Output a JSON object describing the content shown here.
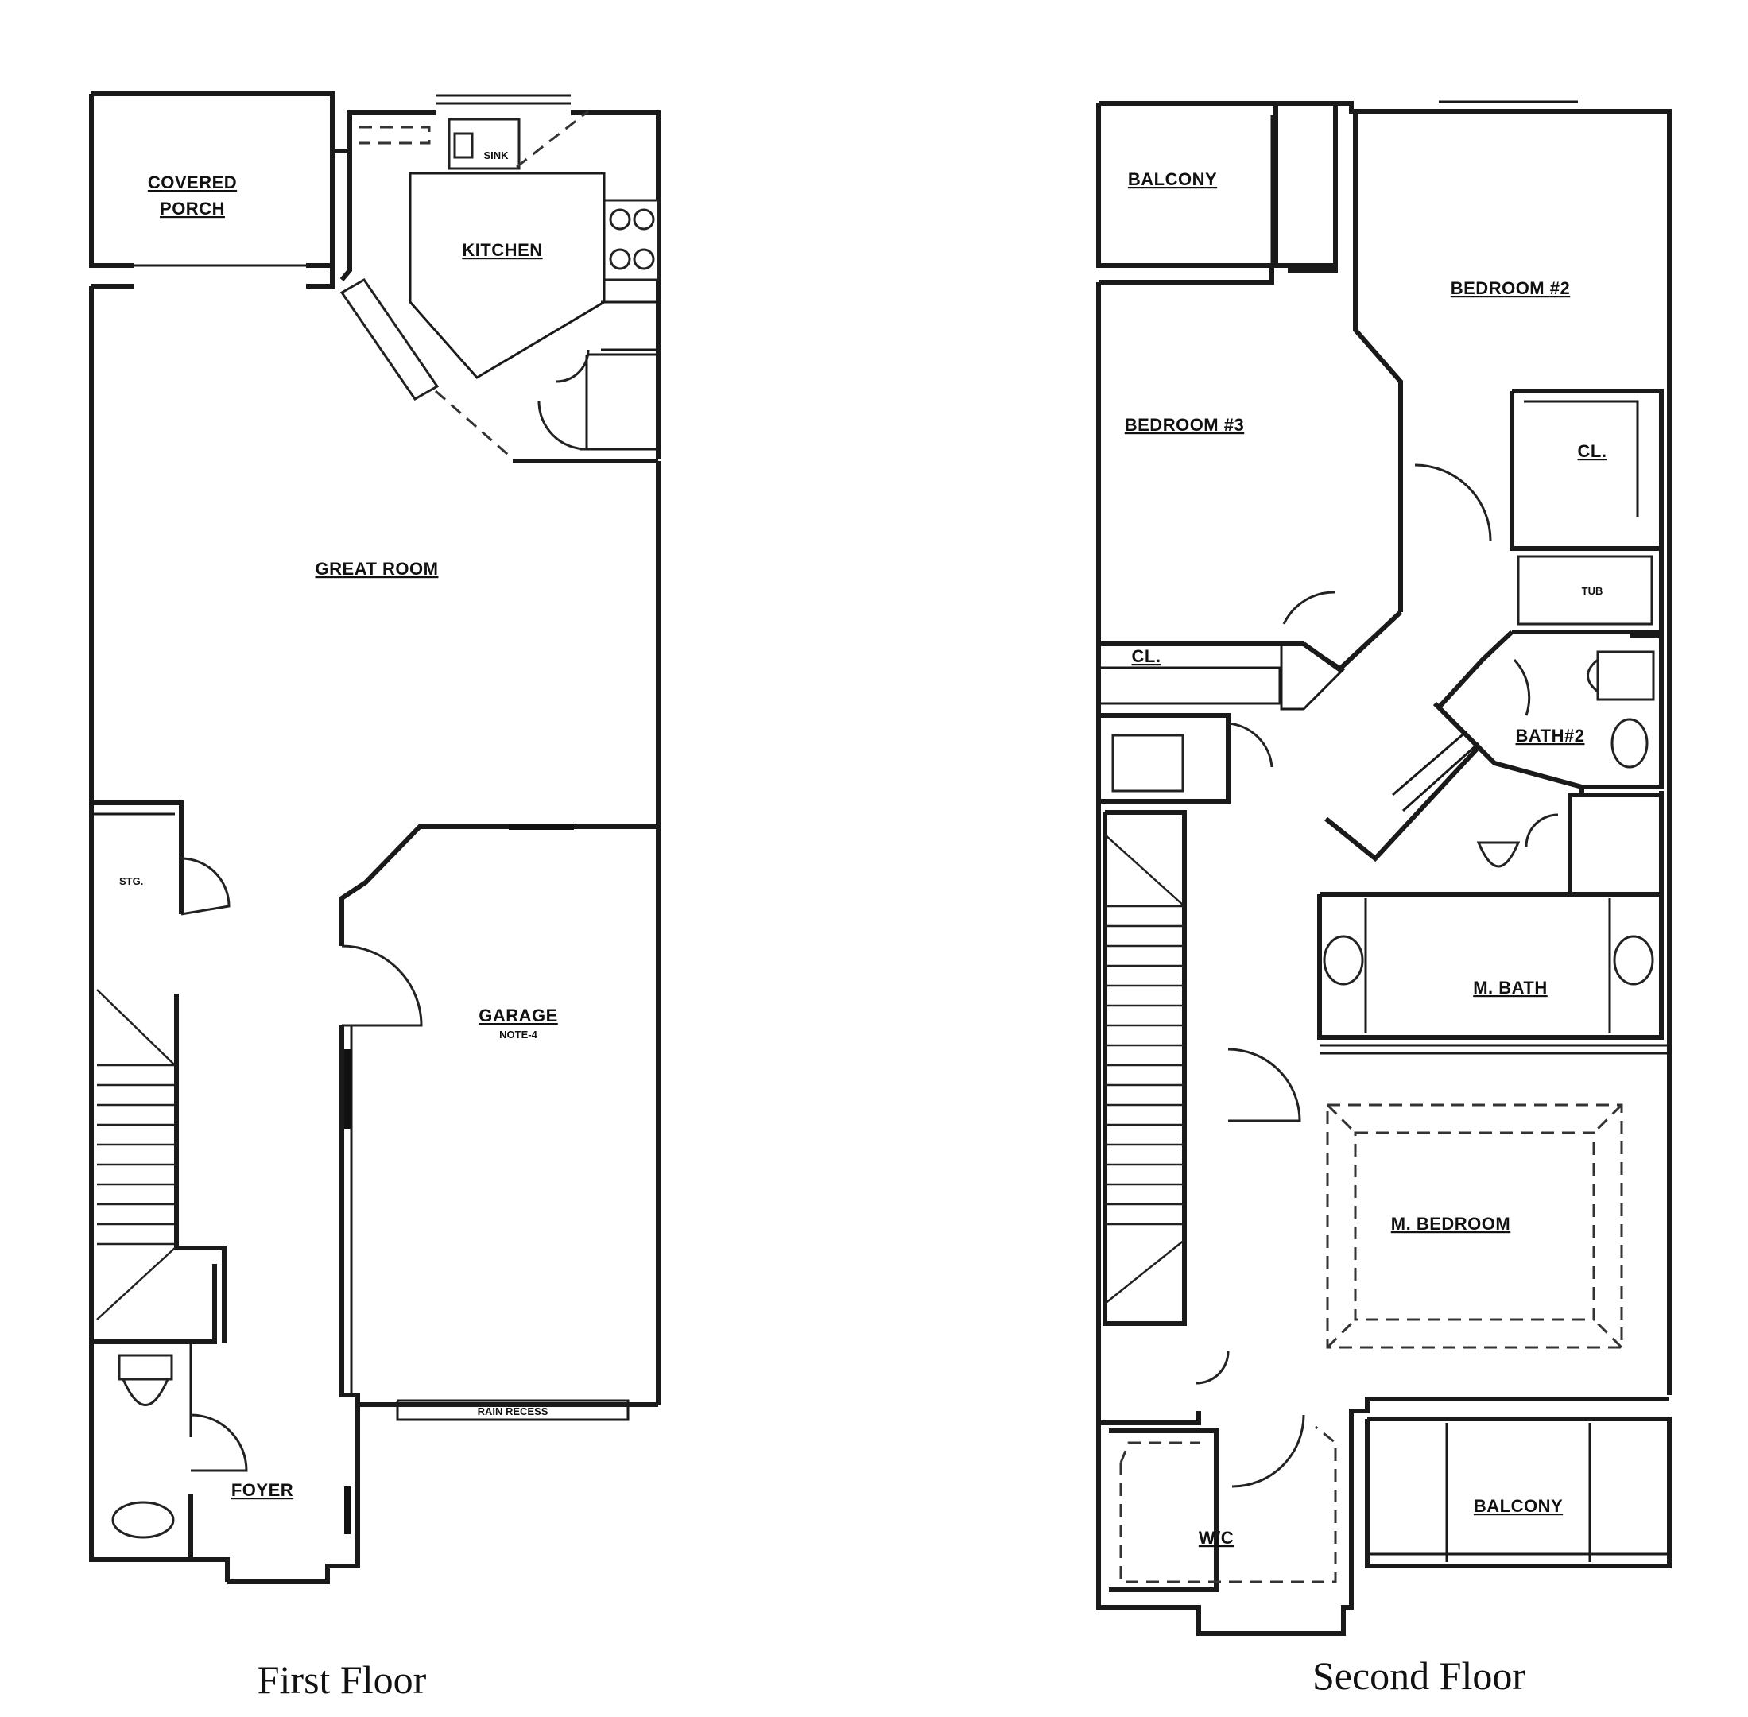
{
  "floors": [
    {
      "caption": "First Floor",
      "rooms": {
        "covered_porch_line1": "COVERED",
        "covered_porch_line2": "PORCH",
        "kitchen": "KITCHEN",
        "sink": "SINK",
        "great_room": "GREAT ROOM",
        "storage": "STG.",
        "garage": "GARAGE",
        "garage_note": "NOTE-4",
        "foyer": "FOYER",
        "rain_recess": "RAIN RECESS"
      }
    },
    {
      "caption": "Second Floor",
      "rooms": {
        "balcony_top": "BALCONY",
        "bedroom2": "BEDROOM #2",
        "bedroom3": "BEDROOM #3",
        "closet_right": "CL.",
        "closet_left": "CL.",
        "tub": "TUB",
        "bath2": "BATH#2",
        "m_bath": "M. BATH",
        "m_bedroom": "M. BEDROOM",
        "wic": "W/C",
        "balcony_bottom": "BALCONY"
      }
    }
  ]
}
